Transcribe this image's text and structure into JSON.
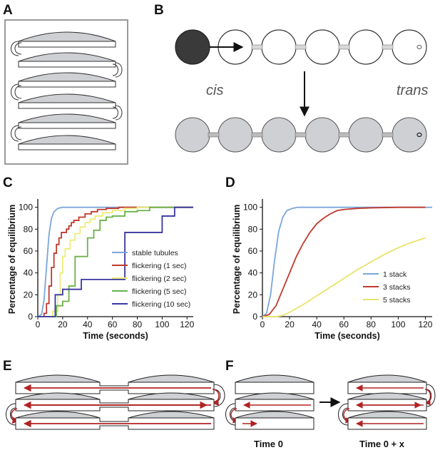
{
  "panels": {
    "A": "A",
    "B": "B",
    "C": "C",
    "D": "D",
    "E": "E",
    "F": "F"
  },
  "panel_b": {
    "cis": "cis",
    "trans": "trans"
  },
  "panel_f": {
    "time0": "Time 0",
    "time0x": "Time 0 + x"
  },
  "colors": {
    "red": "#b22222",
    "blue": "#7aa6da",
    "cisterna_fill": "#cfd0d4",
    "dark": "#3a3a3a"
  },
  "chart_data": [
    {
      "type": "line",
      "ylabel": "Percentage of equilibrium",
      "xlabel": "Time (seconds)",
      "xlim": [
        0,
        125
      ],
      "ylim": [
        0,
        105
      ],
      "xticks": [
        0,
        20,
        40,
        60,
        80,
        100,
        120
      ],
      "yticks": [
        0,
        20,
        40,
        60,
        80,
        100
      ],
      "series": [
        {
          "name": "stable tubules",
          "color": "#7aa6da",
          "kind": "smooth",
          "x": [
            0,
            3,
            5,
            7,
            9,
            11,
            13,
            16,
            20,
            125
          ],
          "y": [
            0,
            2,
            15,
            45,
            75,
            90,
            96,
            99,
            100,
            100
          ]
        },
        {
          "name": "flickering  (1 sec)",
          "color": "#c0392b",
          "kind": "step",
          "x": [
            0,
            5,
            7,
            9,
            11,
            13,
            15,
            17,
            19,
            21,
            23,
            25,
            27,
            29,
            33,
            38,
            43,
            48,
            55,
            65,
            75,
            125
          ],
          "y": [
            0,
            3,
            12,
            28,
            45,
            58,
            66,
            72,
            77,
            77,
            80,
            83,
            86,
            88,
            91,
            94,
            96,
            98,
            99,
            100,
            100,
            100
          ]
        },
        {
          "name": "flickering   (2 sec)",
          "color": "#ecec7a",
          "kind": "step",
          "x": [
            0,
            8,
            12,
            16,
            18,
            20,
            22,
            26,
            30,
            34,
            38,
            42,
            46,
            52,
            60,
            70,
            80,
            125
          ],
          "y": [
            0,
            0,
            5,
            20,
            40,
            55,
            62,
            70,
            76,
            82,
            86,
            89,
            92,
            95,
            97,
            99,
            100,
            100
          ]
        },
        {
          "name": "flickering   (5 sec)",
          "color": "#6bb24a",
          "kind": "step",
          "x": [
            0,
            10,
            15,
            20,
            25,
            30,
            35,
            40,
            45,
            50,
            55,
            60,
            70,
            80,
            90,
            100,
            125
          ],
          "y": [
            0,
            0,
            10,
            14,
            28,
            55,
            55,
            72,
            79,
            88,
            91,
            92,
            96,
            97,
            100,
            100,
            100
          ]
        },
        {
          "name": "flickering (10 sec)",
          "color": "#3a36a0",
          "kind": "step",
          "x": [
            0,
            10,
            14,
            20,
            30,
            35,
            40,
            50,
            60,
            70,
            80,
            90,
            100,
            110,
            125
          ],
          "y": [
            0,
            0,
            20,
            25,
            25,
            34,
            34,
            34,
            34,
            77,
            77,
            77,
            92,
            100,
            100
          ]
        }
      ]
    },
    {
      "type": "line",
      "ylabel": "Percentage of equilibrium",
      "xlabel": "Time (seconds)",
      "xlim": [
        0,
        125
      ],
      "ylim": [
        0,
        105
      ],
      "xticks": [
        0,
        20,
        40,
        60,
        80,
        100,
        120
      ],
      "yticks": [
        0,
        20,
        40,
        60,
        80,
        100
      ],
      "series": [
        {
          "name": "1 stack",
          "color": "#7aa6da",
          "x": [
            0,
            3,
            6,
            9,
            12,
            15,
            18,
            22,
            26,
            30,
            125
          ],
          "y": [
            0,
            3,
            20,
            52,
            78,
            91,
            97,
            99,
            100,
            100,
            100
          ]
        },
        {
          "name": "3 stacks",
          "color": "#c0392b",
          "x": [
            0,
            5,
            10,
            15,
            20,
            25,
            30,
            35,
            40,
            45,
            50,
            55,
            60,
            70,
            80,
            100,
            120
          ],
          "y": [
            0,
            2,
            10,
            25,
            40,
            55,
            67,
            77,
            85,
            90,
            94,
            97,
            98,
            99,
            99.5,
            100,
            100
          ]
        },
        {
          "name": "5 stacks",
          "color": "#e9e36a",
          "x": [
            0,
            10,
            15,
            20,
            30,
            40,
            50,
            60,
            70,
            80,
            90,
            100,
            110,
            120
          ],
          "y": [
            0,
            0,
            1,
            4,
            11,
            19,
            27,
            35,
            43,
            50,
            57,
            63,
            68,
            72
          ]
        }
      ]
    }
  ]
}
